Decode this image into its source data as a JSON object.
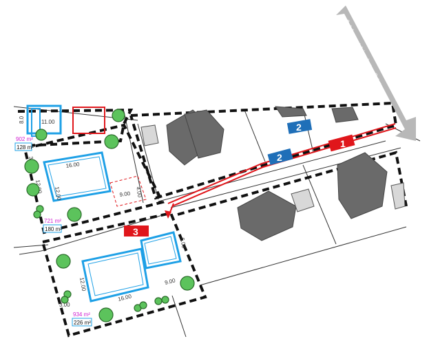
{
  "street": {
    "label": "Öffentliche Str."
  },
  "badges": [
    {
      "number": "2",
      "color": "#1f6fb8"
    },
    {
      "number": "2",
      "color": "#1f6fb8"
    },
    {
      "number": "1",
      "color": "#e0161b"
    },
    {
      "number": "3",
      "color": "#e0161b"
    }
  ],
  "plots": {
    "upper_left": {
      "area_total": "902 m²",
      "area_built": "128 m²"
    },
    "middle_left": {
      "area_total": "721 m²",
      "area_built": "180 m²"
    },
    "lower": {
      "area_total": "934 m²",
      "area_built": "226 m²"
    }
  },
  "dimensions": {
    "upper_a": "11.00",
    "upper_b": "8.0",
    "mid_width": "16.00",
    "mid_depth": "12.00",
    "mid_depth_b": "12.00",
    "mid_side": "9.00",
    "mid_side_b": "4.00",
    "mid_left": "3.00",
    "low_width": "16.00",
    "low_depth": "12.00",
    "low_side": "9.00",
    "low_side_b": "6.00",
    "low_left": "3.00"
  },
  "colors": {
    "plan_blue": "#1ea0e6",
    "road_red": "#e0161b",
    "building_grey": "#6a6a6a",
    "tree_green": "#5cc35c"
  }
}
